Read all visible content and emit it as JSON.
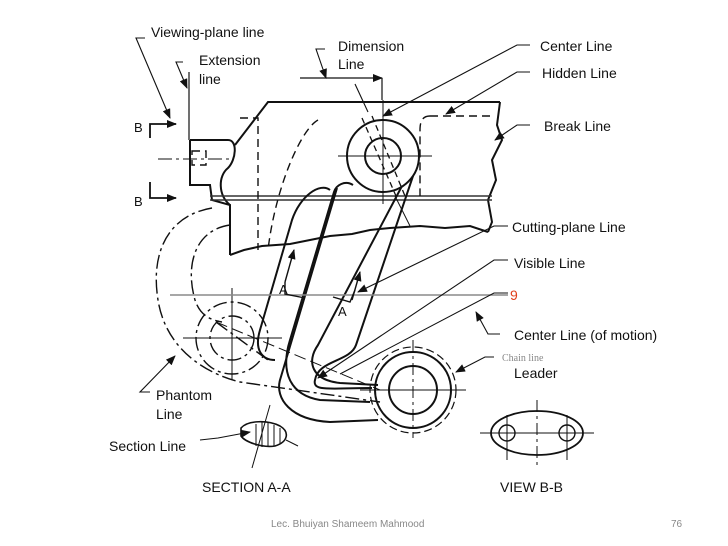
{
  "slide": {
    "footer_author": "Lec. Bhuiyan Shameem Mahmood",
    "page_number": "76"
  },
  "labels": {
    "viewing_plane_line": "Viewing-plane line",
    "extension_line_1": "Extension",
    "extension_line_2": "line",
    "dimension_line_1": "Dimension",
    "dimension_line_2": "Line",
    "center_line": "Center Line",
    "hidden_line": "Hidden Line",
    "break_line": "Break Line",
    "cutting_plane_line": "Cutting-plane Line",
    "visible_line": "Visible Line",
    "nine_marker": "9",
    "center_line_motion": "Center Line (of motion)",
    "chain_line": "Chain line",
    "leader": "Leader",
    "phantom_line_1": "Phantom",
    "phantom_line_2": "Line",
    "section_line": "Section Line",
    "section_aa": "SECTION A-A",
    "view_bb": "VIEW B-B"
  },
  "drawing_marks": {
    "viewing_plane_letter_top": "B",
    "viewing_plane_letter_bottom": "B",
    "cutting_plane_letter_left": "A",
    "cutting_plane_letter_right": "A"
  },
  "colors": {
    "ink": "#111111",
    "gray_line": "#8a8a8a",
    "accent_red": "#e0401c",
    "footer_gray": "#888888"
  }
}
